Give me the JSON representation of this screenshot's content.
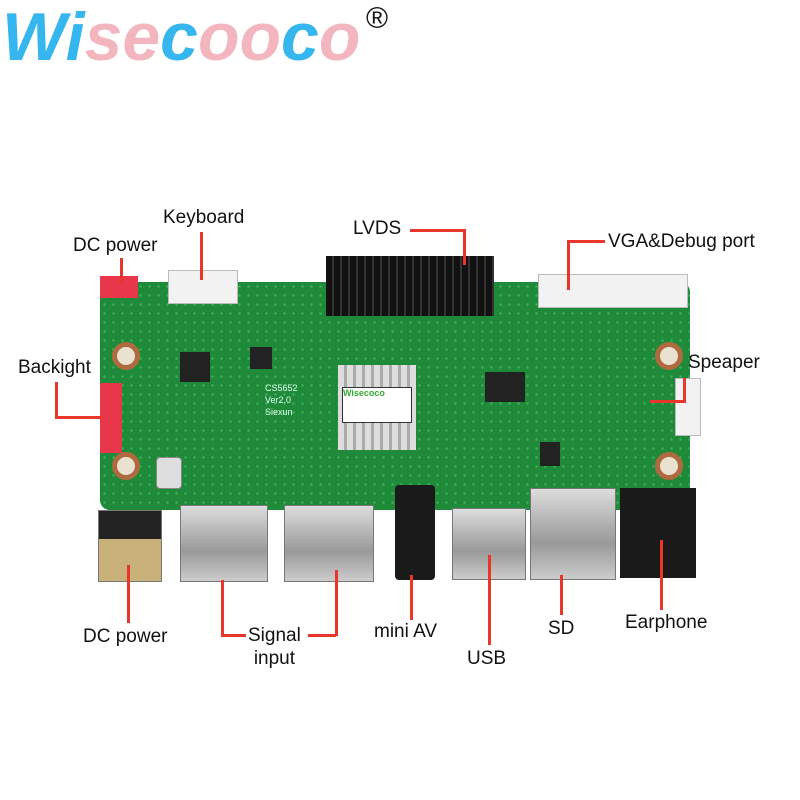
{
  "logo": {
    "part1": "W",
    "part2": "i",
    "part3": "se",
    "part4": "c",
    "part5": "oo",
    "part6": "c",
    "part7": "o",
    "registered": "®"
  },
  "labels": {
    "dc_power_top": "DC power",
    "keyboard": "Keyboard",
    "lvds": "LVDS",
    "vga_debug": "VGA&Debug port",
    "backlight": "Backight",
    "speaker": "Speaper",
    "dc_power_bottom": "DC power",
    "signal_input_1": "Signal",
    "signal_input_2": "input",
    "mini_av": "mini AV",
    "usb": "USB",
    "sd": "SD",
    "earphone": "Earphone"
  },
  "board": {
    "heatsink_brand": "Wisecoco",
    "silkscreen_1": "CS5652",
    "silkscreen_2": "Ver2.0",
    "silkscreen_3": "Siexun"
  },
  "colors": {
    "accent": "#e8362a",
    "logo_blue": "#35b6ee",
    "logo_pink": "#f3b6bf",
    "pcb": "#1f8a3a"
  }
}
